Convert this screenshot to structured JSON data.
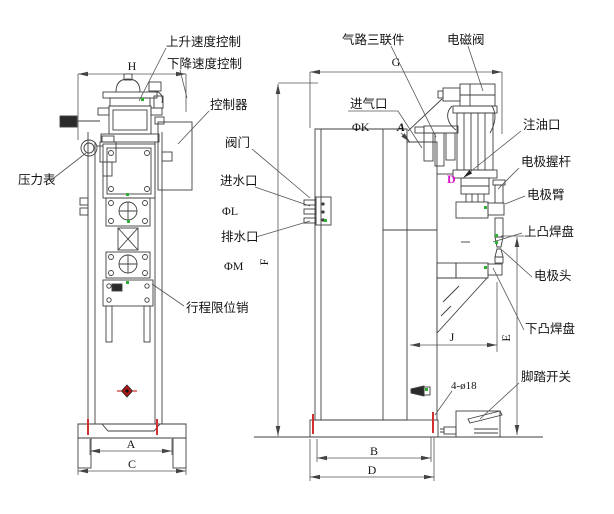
{
  "page": {
    "background": "#ffffff",
    "line_color": "#3f3f3f"
  },
  "labels": {
    "rise_speed": "上升速度控制",
    "fall_speed": "下降速度控制",
    "controller": "控制器",
    "pressure_gauge": "压力表",
    "stroke_limit_pin": "行程限位销",
    "air_triple_unit": "气路三联件",
    "solenoid_valve": "电磁阀",
    "air_inlet": "进气口",
    "valve": "阀门",
    "water_inlet": "进水口",
    "drain_outlet": "排水口",
    "oil_filler": "注油口",
    "electrode_grip_rod": "电极握杆",
    "electrode_arm": "电极臂",
    "upper_weld_pad": "上凸焊盘",
    "electrode_tip": "电极头",
    "lower_weld_pad": "下凸焊盘",
    "foot_switch": "脚踏开关",
    "mounting_holes": "4-ø18"
  },
  "dims": {
    "H": "H",
    "A": "A",
    "C": "C",
    "G": "G",
    "F": "F",
    "B": "B",
    "D": "D",
    "J": "J",
    "E": "E",
    "phiK": "ΦK",
    "phiL": "ΦL",
    "phiM": "ΦM",
    "viewA": "A"
  },
  "marker": {
    "d": "D"
  },
  "colors": {
    "accent_red": "#d03030",
    "accent_green": "#2faf2f",
    "accent_magenta": "#d414c8"
  }
}
